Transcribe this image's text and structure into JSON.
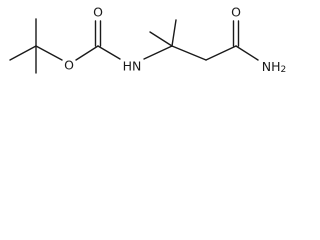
{
  "molecule": {
    "atoms": {
      "carbonyl_oxygen": "O",
      "ester_oxygen": "O",
      "amine_nitrogen": "HN",
      "amide_oxygen": "O",
      "amide_nitrogen": "NH2",
      "amide_nitrogen_prefix": "NH",
      "amide_nitrogen_subscript": "2"
    }
  }
}
